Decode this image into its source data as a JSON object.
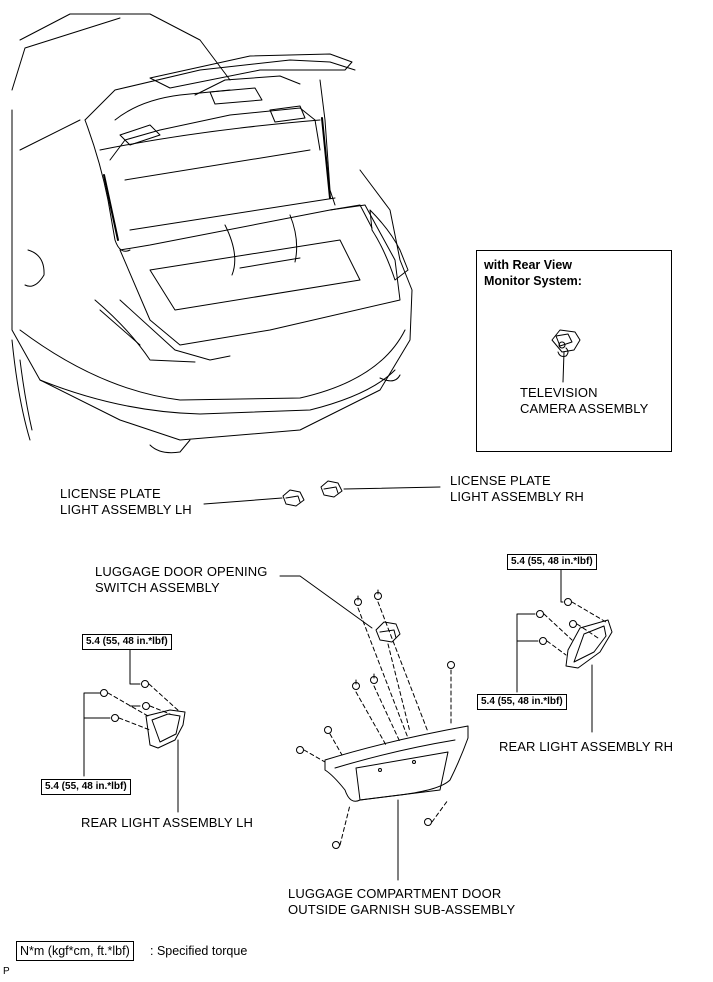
{
  "inset": {
    "title_line1": "with Rear View",
    "title_line2": "Monitor System:",
    "camera_line1": "TELEVISION",
    "camera_line2": "CAMERA ASSEMBLY"
  },
  "labels": {
    "plate_lh_line1": "LICENSE PLATE",
    "plate_lh_line2": "LIGHT ASSEMBLY LH",
    "plate_rh_line1": "LICENSE PLATE",
    "plate_rh_line2": "LIGHT ASSEMBLY RH",
    "switch_line1": "LUGGAGE DOOR OPENING",
    "switch_line2": "SWITCH ASSEMBLY",
    "rear_lh": "REAR LIGHT ASSEMBLY LH",
    "rear_rh": "REAR LIGHT ASSEMBLY RH",
    "garnish_line1": "LUGGAGE COMPARTMENT DOOR",
    "garnish_line2": "OUTSIDE GARNISH SUB-ASSEMBLY"
  },
  "torque": {
    "lh_top": "5.4 (55, 48 in.*lbf)",
    "lh_bottom": "5.4 (55, 48 in.*lbf)",
    "rh_top": "5.4 (55, 48 in.*lbf)",
    "rh_bottom": "5.4 (55, 48 in.*lbf)"
  },
  "legend": {
    "unit": "N*m (kgf*cm, ft.*lbf)",
    "text": ": Specified torque"
  },
  "figure_code": "P"
}
